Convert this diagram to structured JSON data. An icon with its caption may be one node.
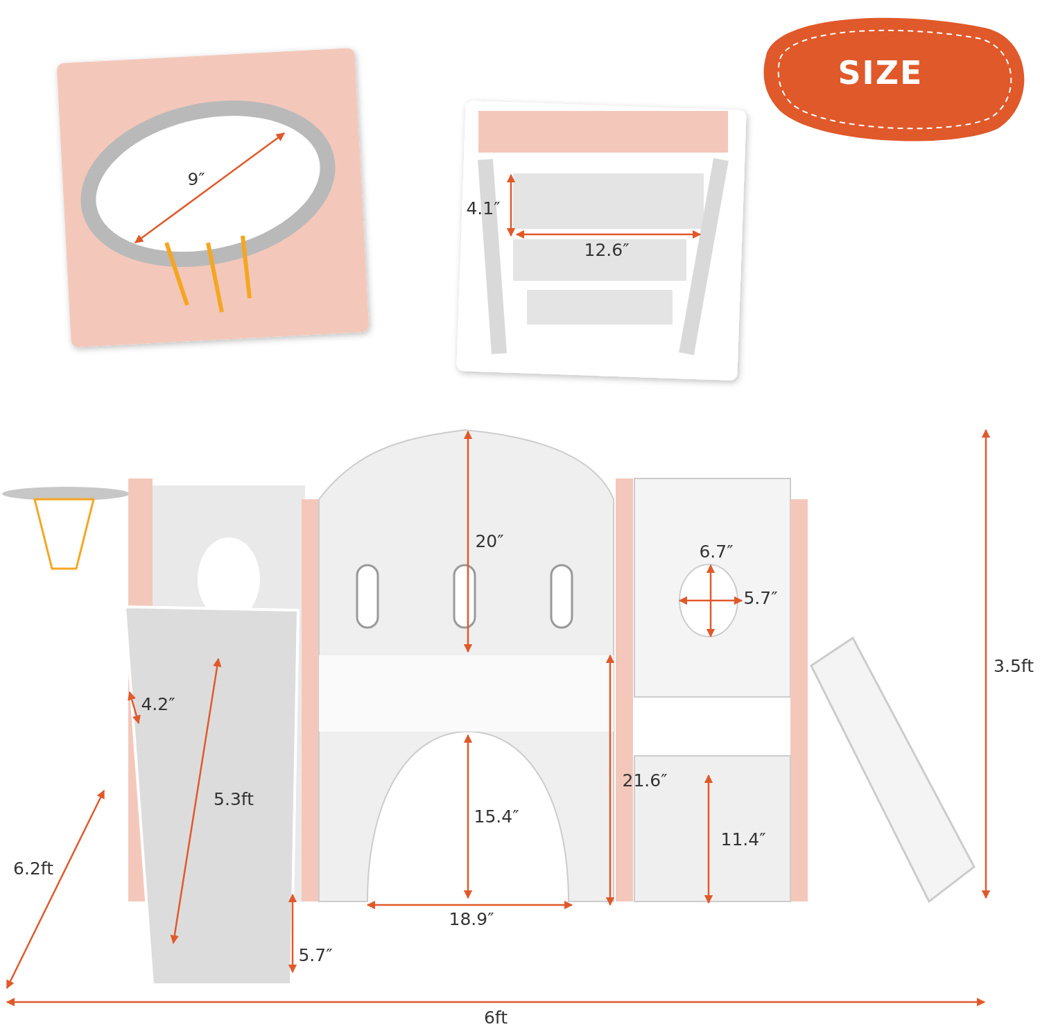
{
  "diagram": {
    "title": "SIZE",
    "labels": [
      "9″",
      "4.1″",
      "12.6″",
      "20″",
      "6.7″",
      "5.7″",
      "3.5ft",
      "4.2″",
      "21.6″",
      "5.3ft",
      "15.4″",
      "11.4″",
      "6.2ft",
      "18.9″",
      "5.7″",
      "6ft"
    ]
  }
}
